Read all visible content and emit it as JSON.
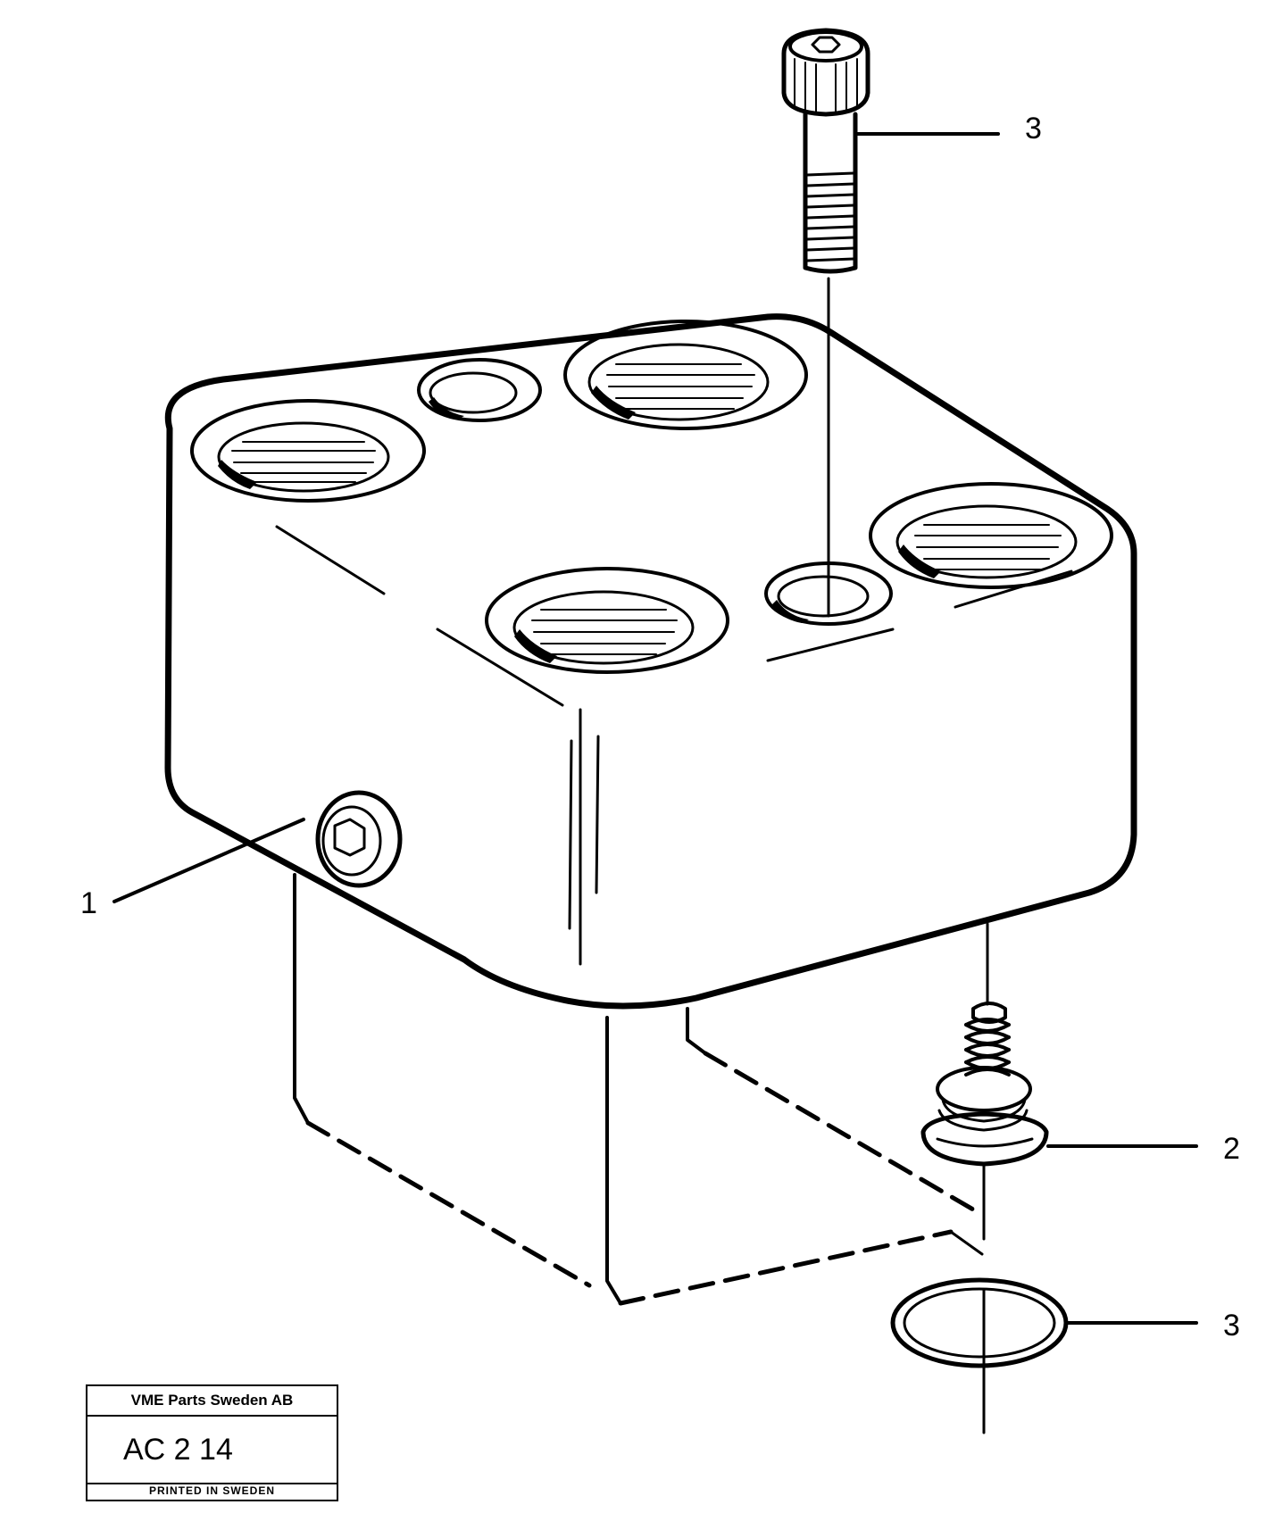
{
  "callouts": {
    "part_1": "1",
    "part_2": "2",
    "part_3_top": "3",
    "part_3_bottom": "3"
  },
  "title_block": {
    "company": "VME Parts Sweden AB",
    "code": "AC 2 14",
    "printed": "PRINTED IN SWEDEN"
  }
}
